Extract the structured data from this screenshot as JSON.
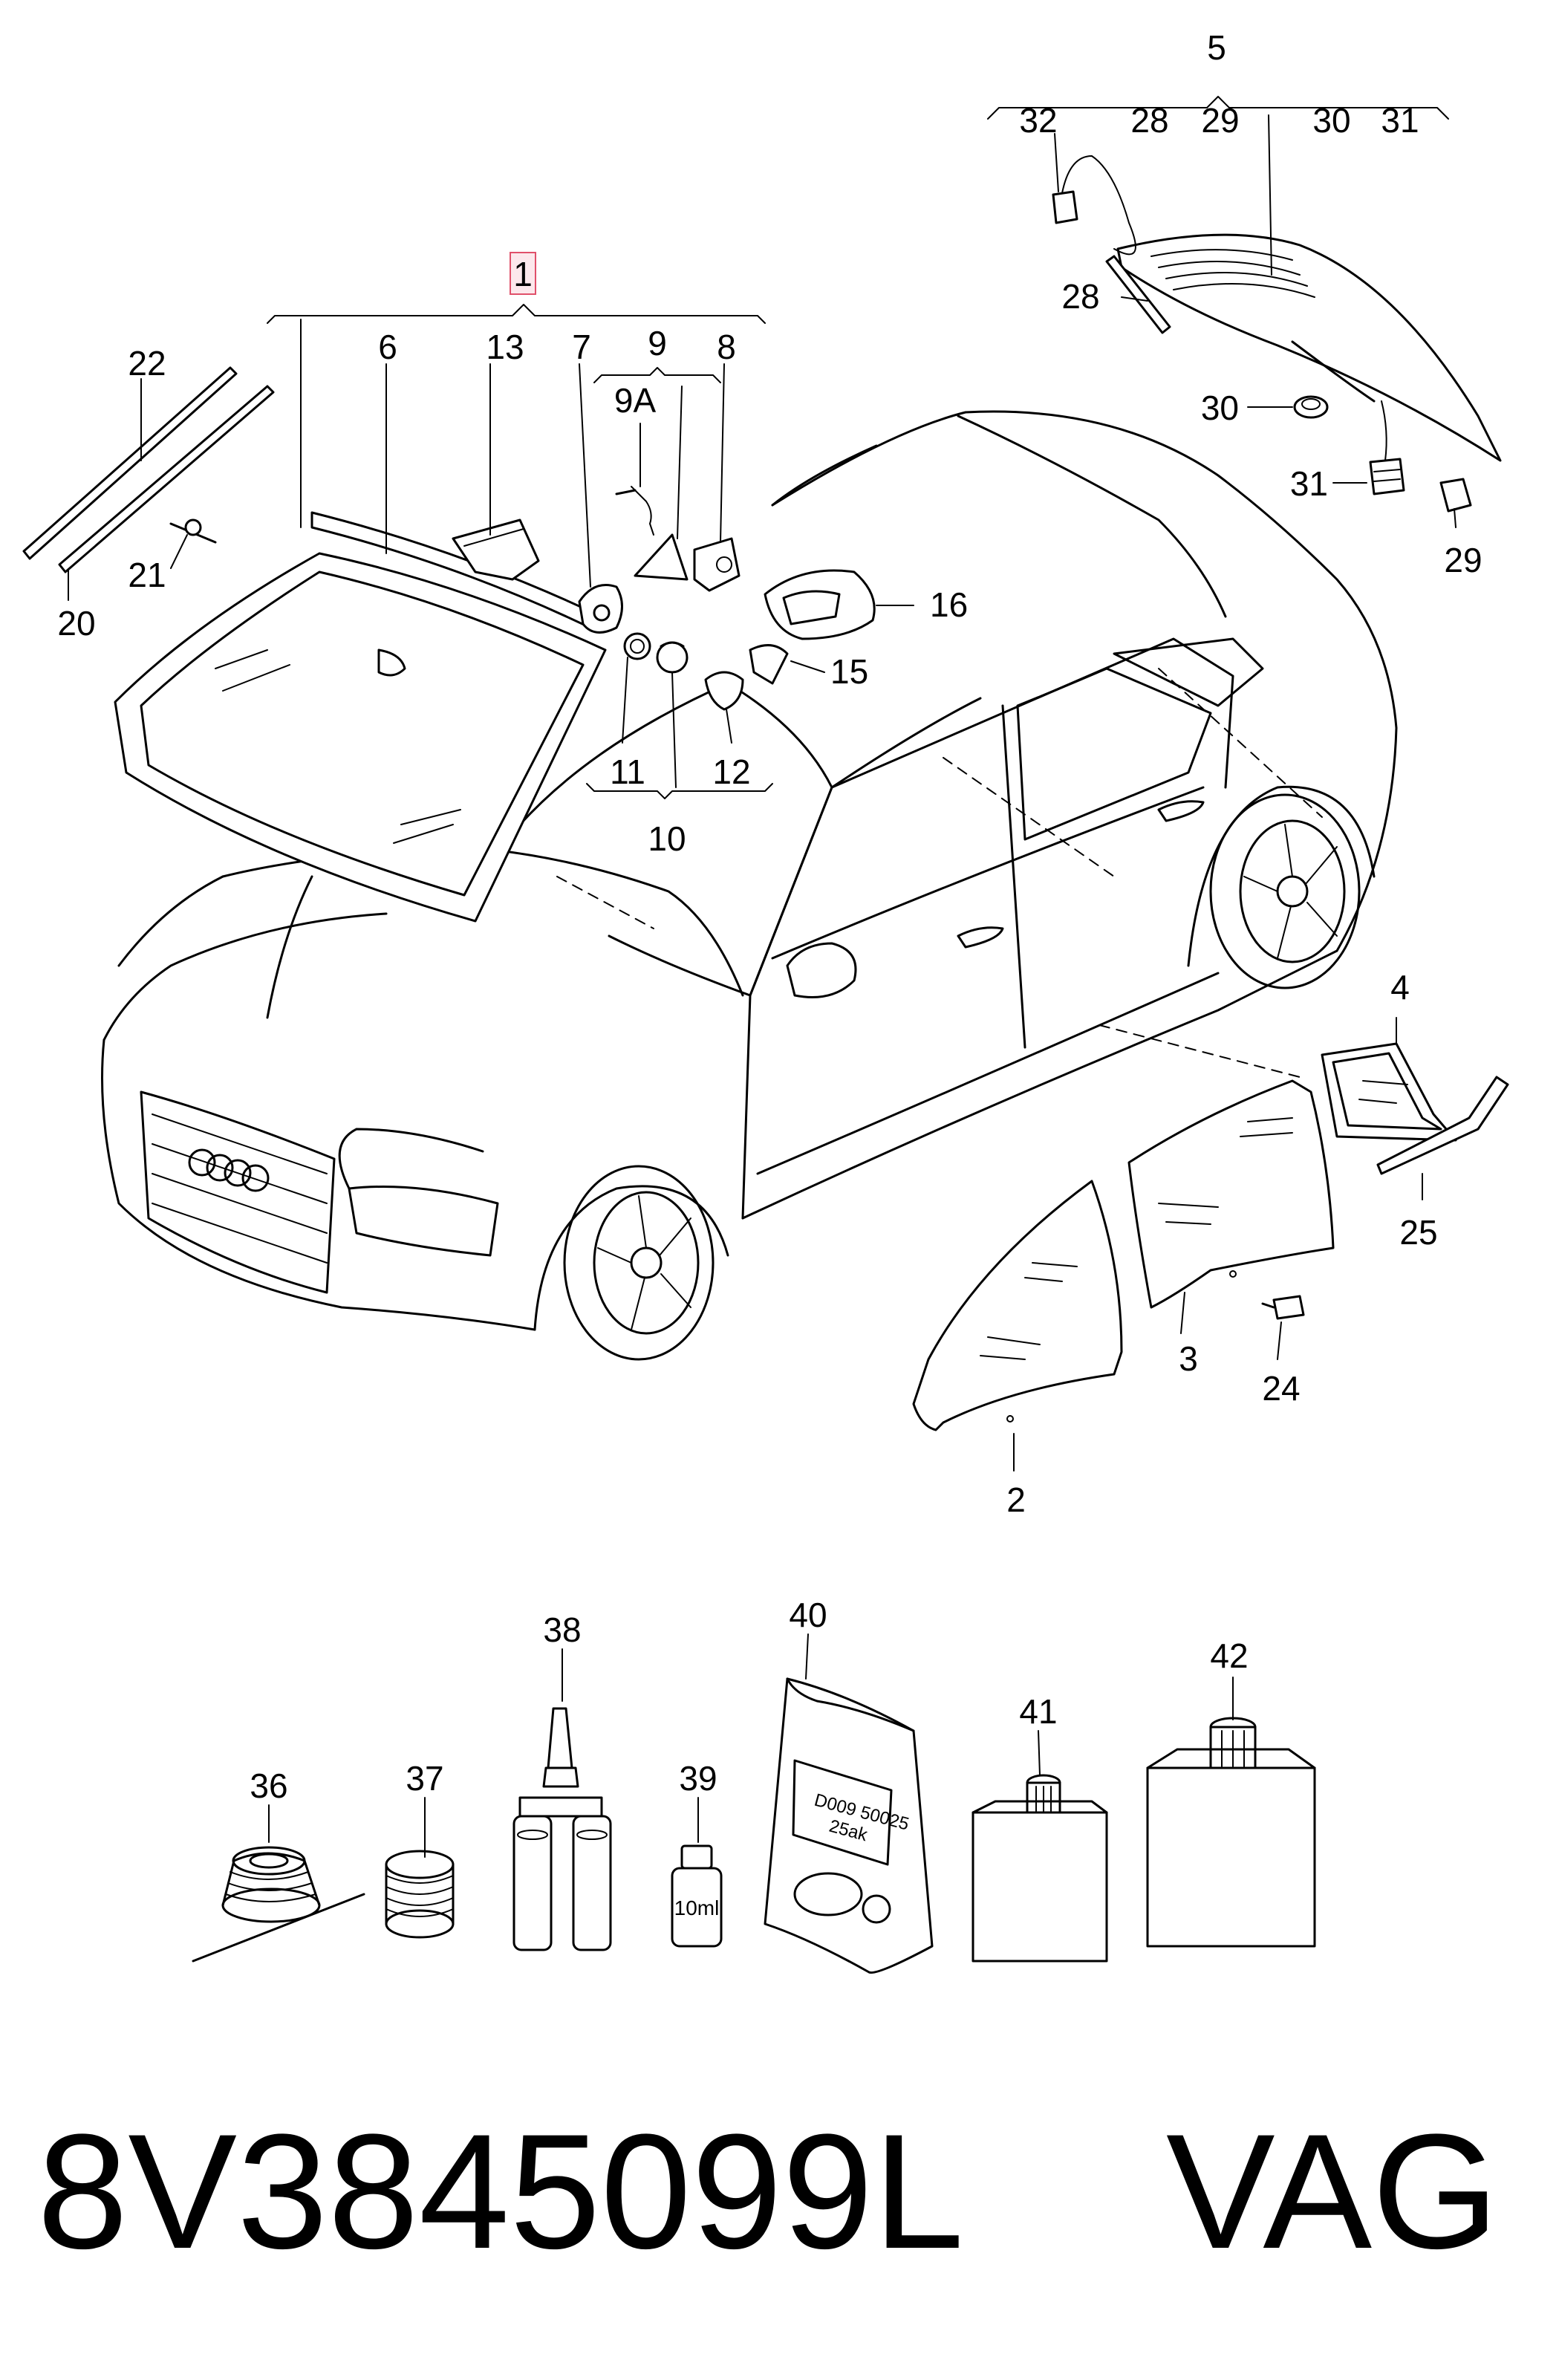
{
  "callouts": {
    "c1": "1",
    "c2": "2",
    "c3": "3",
    "c4": "4",
    "c5": "5",
    "c6": "6",
    "c7": "7",
    "c8": "8",
    "c9": "9",
    "c9a": "9A",
    "c10": "10",
    "c11": "11",
    "c12": "12",
    "c13": "13",
    "c15": "15",
    "c16": "16",
    "c20": "20",
    "c21": "21",
    "c22": "22",
    "c24": "24",
    "c25": "25",
    "c28a": "28",
    "c28b": "28",
    "c29a": "29",
    "c29b": "29",
    "c30a": "30",
    "c30b": "30",
    "c31a": "31",
    "c31b": "31",
    "c32": "32",
    "c36": "36",
    "c37": "37",
    "c38": "38",
    "c39": "39",
    "c40": "40",
    "c41": "41",
    "c42": "42"
  },
  "package_labels": {
    "pouch_line1": "D009 50025",
    "pouch_line2": "25ak",
    "vial": "10ml"
  },
  "footer": {
    "part_number": "8V3845099L",
    "brand": "VAG"
  },
  "highlight_color": "#e0506a"
}
